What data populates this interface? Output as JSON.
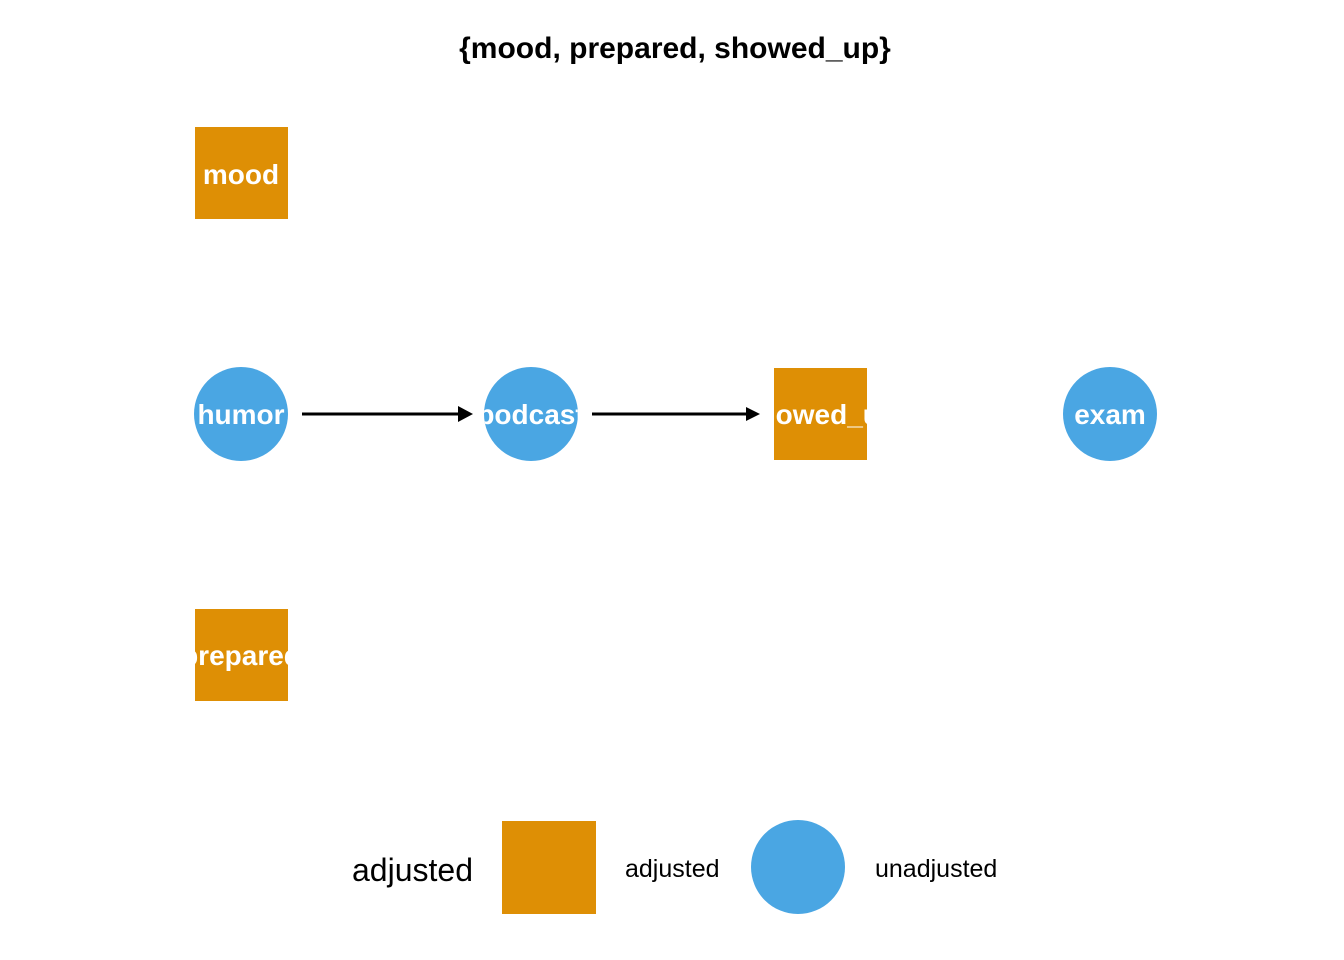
{
  "title": "{mood, prepared, showed_up}",
  "colors": {
    "adjusted": "#DE8F05",
    "unadjusted": "#4AA6E3",
    "edge": "#000000",
    "label": "#ffffff"
  },
  "nodes": [
    {
      "id": "mood",
      "label": "mood",
      "status": "adjusted"
    },
    {
      "id": "humor",
      "label": "humor",
      "status": "unadjusted"
    },
    {
      "id": "podcast",
      "label": "podcast",
      "status": "unadjusted"
    },
    {
      "id": "showed_up",
      "label": "showed_up",
      "status": "adjusted"
    },
    {
      "id": "exam",
      "label": "exam",
      "status": "unadjusted"
    },
    {
      "id": "prepared",
      "label": "prepared",
      "status": "adjusted"
    }
  ],
  "edges": [
    {
      "from": "humor",
      "to": "podcast"
    },
    {
      "from": "podcast",
      "to": "showed_up"
    }
  ],
  "legend": {
    "title": "adjusted",
    "items": [
      {
        "label": "adjusted",
        "status": "adjusted",
        "shape": "square"
      },
      {
        "label": "unadjusted",
        "status": "unadjusted",
        "shape": "circle"
      }
    ]
  }
}
